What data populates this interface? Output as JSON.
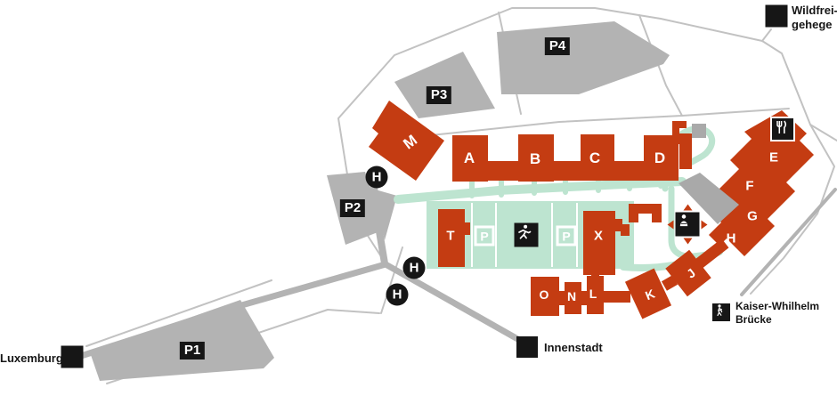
{
  "map_title": "campus-map",
  "colors": {
    "building_red": "#c43c12",
    "walkway_mint": "#bde4d0",
    "parking_gray": "#b3b3b3",
    "road_gray": "#c0c0c0",
    "gray_building": "#a9a9a9",
    "label_black": "#161616"
  },
  "buildings": {
    "a": "A",
    "b": "B",
    "c": "C",
    "d": "D",
    "e": "E",
    "f": "F",
    "g": "G",
    "h": "H",
    "j": "J",
    "k": "K",
    "l": "L",
    "m": "M",
    "n": "N",
    "o": "O",
    "t": "T",
    "x": "X"
  },
  "parking_lots": {
    "p1": "P1",
    "p2": "P2",
    "p3": "P3",
    "p4": "P4"
  },
  "forum_parking": [
    "P",
    "P"
  ],
  "bus_stops": [
    "H",
    "H",
    "H"
  ],
  "destinations": {
    "wildfreigehege": {
      "line1": "Wildfrei-",
      "line2": "gehege"
    },
    "luxemburg": {
      "label": "Luxemburg"
    },
    "innenstadt": {
      "label": "Innenstadt"
    },
    "kaiser_wilhelm_bruecke": {
      "line1": "Kaiser-Whilhelm",
      "line2": "Brücke"
    }
  },
  "icons": {
    "restaurant_icon": "fork-and-knife",
    "sports_icon": "running-figure",
    "meeting_point_icon": "person-figure-with-arrows",
    "bridge_icon": "walking-figure",
    "bus_stop_icon": "H-in-circle"
  }
}
